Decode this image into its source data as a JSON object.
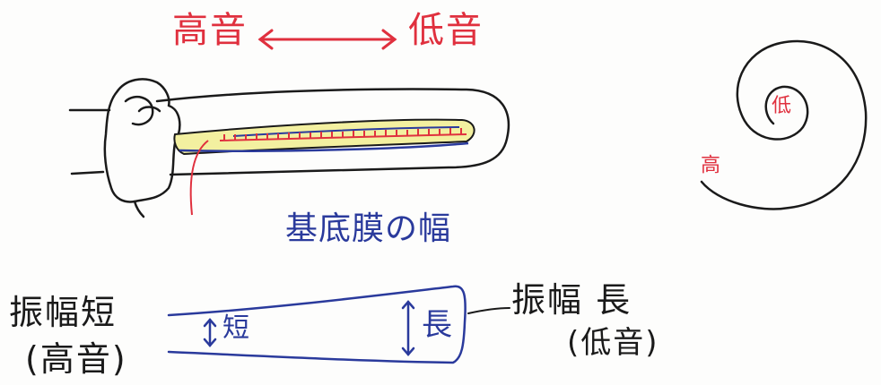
{
  "diagram": {
    "pitch_high": "高音",
    "pitch_low": "低音",
    "spiral_low": "低",
    "spiral_high": "高",
    "basilar_width_label": "基底膜の幅",
    "amplitude_short_label": "振幅短",
    "amplitude_short_pitch": "(高音)",
    "short_marker": "短",
    "long_marker": "長",
    "amplitude_long_label": "振幅 長",
    "amplitude_long_pitch": "(低音)"
  },
  "colors": {
    "red": "#e0303e",
    "blue": "#2a3a9c",
    "black": "#1a1a1a",
    "yellow": "#f3f0a0"
  }
}
